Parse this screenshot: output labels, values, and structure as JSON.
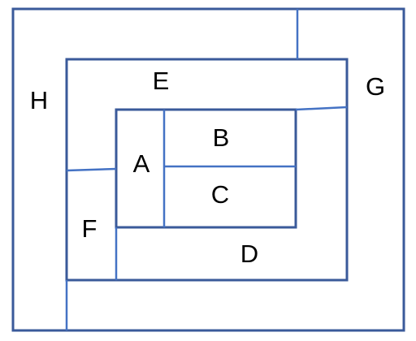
{
  "diagram": {
    "line_color": "#3a5a9a",
    "accent_line_color": "#4472c4",
    "background": "#ffffff",
    "regions": [
      {
        "id": "A",
        "label": "A"
      },
      {
        "id": "B",
        "label": "B"
      },
      {
        "id": "C",
        "label": "C"
      },
      {
        "id": "D",
        "label": "D"
      },
      {
        "id": "E",
        "label": "E"
      },
      {
        "id": "F",
        "label": "F"
      },
      {
        "id": "G",
        "label": "G"
      },
      {
        "id": "H",
        "label": "H"
      }
    ]
  }
}
